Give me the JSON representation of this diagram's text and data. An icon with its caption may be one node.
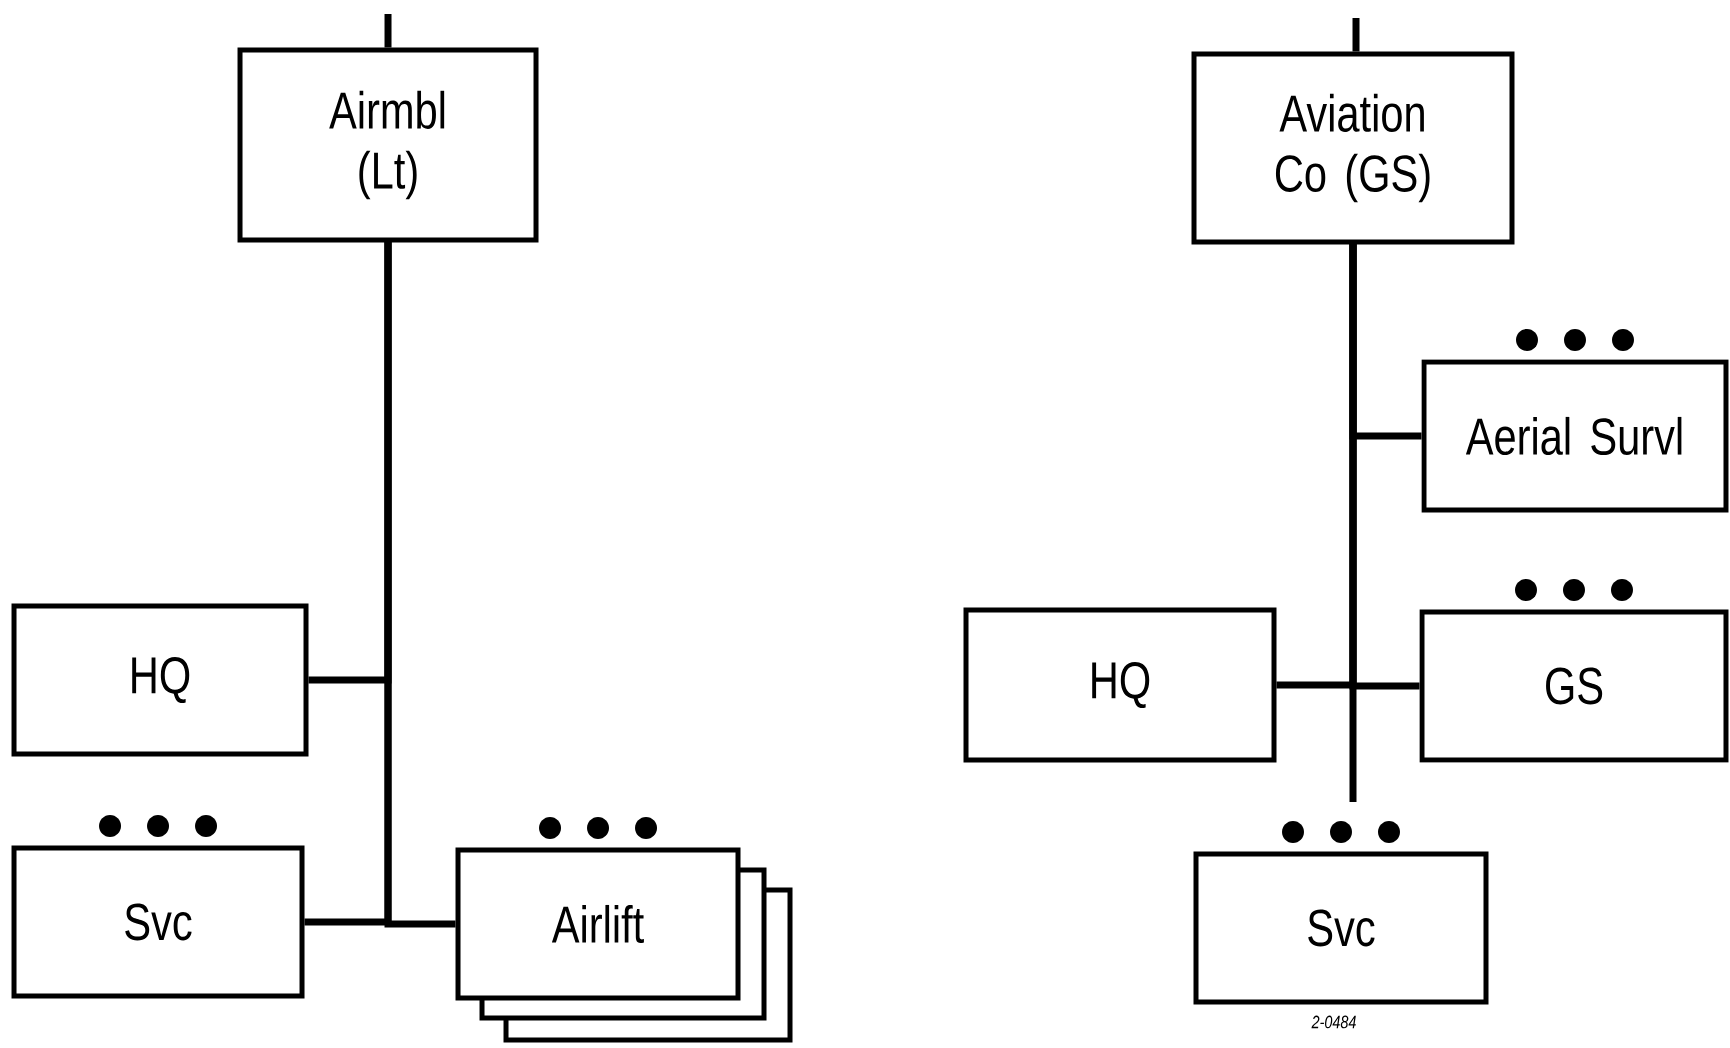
{
  "diagram": {
    "nodes": [
      {
        "text": [
          "Airmbl (Lt)"
        ]
      },
      {
        "text": [
          "HQ"
        ]
      },
      {
        "text": [
          "Svc"
        ]
      },
      {
        "text": [
          "Airlift"
        ]
      },
      {
        "text": [
          "Aviation Co (GS)"
        ]
      },
      {
        "text": [
          "Aerial Survl"
        ]
      },
      {
        "text": [
          "HQ"
        ]
      },
      {
        "text": [
          "GS"
        ]
      },
      {
        "text": [
          "Svc"
        ]
      }
    ],
    "edges": [
      {
        "from": null,
        "to": 0,
        "arrow": "none"
      },
      {
        "from": 0,
        "to": 1,
        "arrow": "none"
      },
      {
        "from": 0,
        "to": 2,
        "arrow": "none"
      },
      {
        "from": 0,
        "to": 3,
        "arrow": "none"
      },
      {
        "from": null,
        "to": 4,
        "arrow": "none"
      },
      {
        "from": 4,
        "to": 5,
        "arrow": "none"
      },
      {
        "from": 4,
        "to": 6,
        "arrow": "none"
      },
      {
        "from": 4,
        "to": 7,
        "arrow": "none"
      },
      {
        "from": 4,
        "to": 8,
        "arrow": "none"
      }
    ],
    "labels": [
      "2-0484"
    ]
  }
}
